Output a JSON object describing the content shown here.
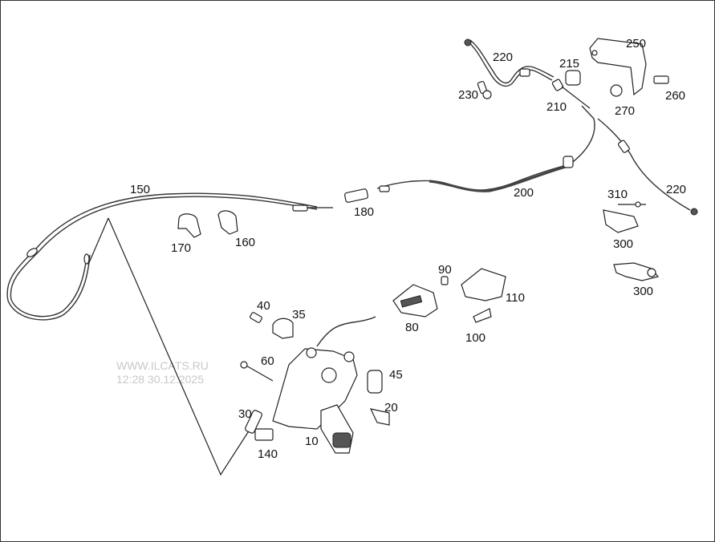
{
  "watermark": {
    "site": "WWW.ILCATS.RU",
    "datetime": "12:28 30.12.2025"
  },
  "callouts": [
    {
      "id": "c220a",
      "text": "220"
    },
    {
      "id": "c250",
      "text": "250"
    },
    {
      "id": "c215",
      "text": "215"
    },
    {
      "id": "c230",
      "text": "230"
    },
    {
      "id": "c210",
      "text": "210"
    },
    {
      "id": "c270",
      "text": "270"
    },
    {
      "id": "c260",
      "text": "260"
    },
    {
      "id": "c150",
      "text": "150"
    },
    {
      "id": "c200",
      "text": "200"
    },
    {
      "id": "c180",
      "text": "180"
    },
    {
      "id": "c310",
      "text": "310"
    },
    {
      "id": "c220b",
      "text": "220"
    },
    {
      "id": "c170",
      "text": "170"
    },
    {
      "id": "c160",
      "text": "160"
    },
    {
      "id": "c300a",
      "text": "300"
    },
    {
      "id": "c300b",
      "text": "300"
    },
    {
      "id": "c90",
      "text": "90"
    },
    {
      "id": "c110",
      "text": "110"
    },
    {
      "id": "c80",
      "text": "80"
    },
    {
      "id": "c100",
      "text": "100"
    },
    {
      "id": "c40",
      "text": "40"
    },
    {
      "id": "c35",
      "text": "35"
    },
    {
      "id": "c60",
      "text": "60"
    },
    {
      "id": "c45",
      "text": "45"
    },
    {
      "id": "c30",
      "text": "30"
    },
    {
      "id": "c20",
      "text": "20"
    },
    {
      "id": "c10",
      "text": "10"
    },
    {
      "id": "c140",
      "text": "140"
    }
  ]
}
